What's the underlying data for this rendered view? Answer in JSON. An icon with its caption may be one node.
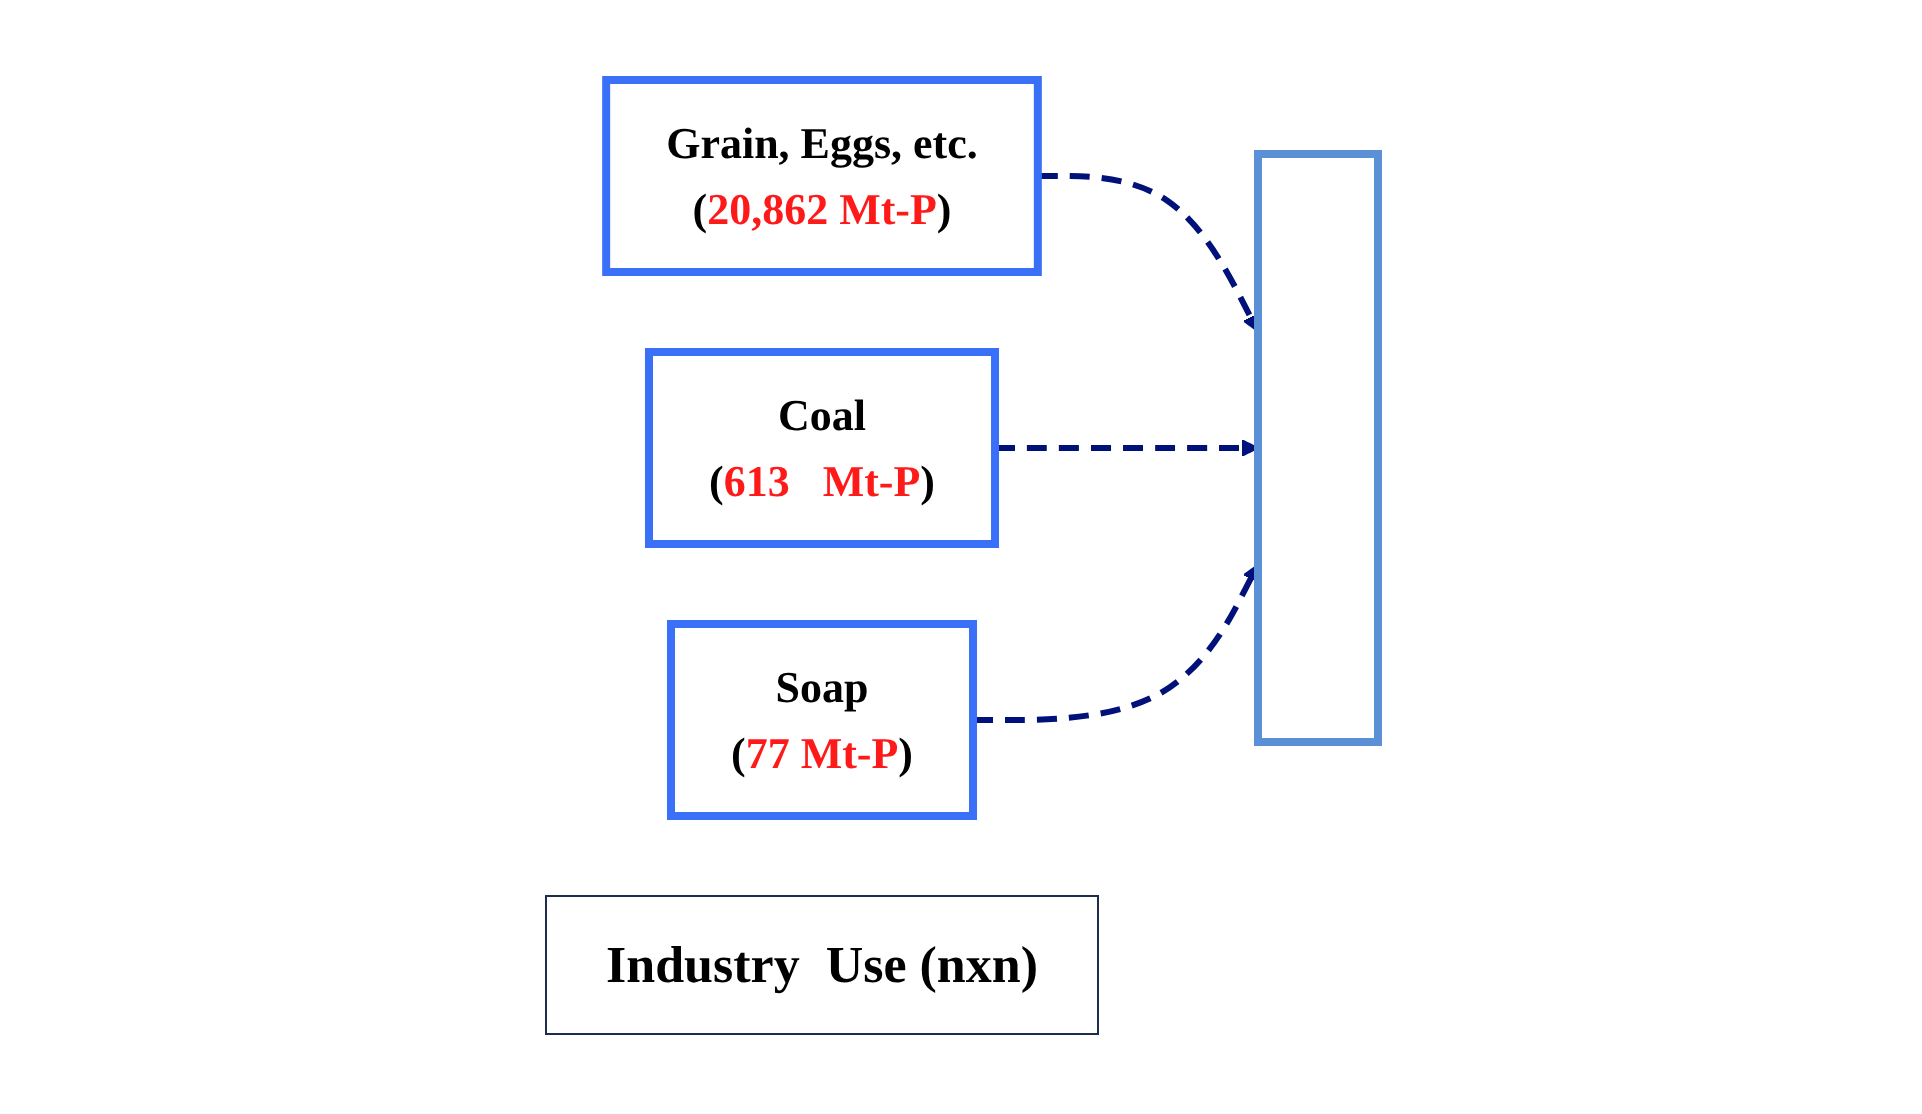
{
  "diagram": {
    "nodes": [
      {
        "text": [
          "Grain, Eggs, etc.",
          "(20,862 Mt-P)"
        ]
      },
      {
        "text": [
          "Coal",
          "(613   Mt-P)"
        ]
      },
      {
        "text": [
          "Soap",
          "(77 Mt-P)"
        ]
      },
      {
        "text": [
          "Industry  Use (nxn)"
        ]
      },
      {
        "text": [],
        "shape": "box"
      }
    ],
    "edges": [
      {
        "from": 0,
        "to": 4,
        "arrow": "to",
        "style": "dashed"
      },
      {
        "from": 1,
        "to": 4,
        "arrow": "to",
        "style": "dashed"
      },
      {
        "from": 2,
        "to": 4,
        "arrow": "to",
        "style": "dashed"
      }
    ]
  }
}
